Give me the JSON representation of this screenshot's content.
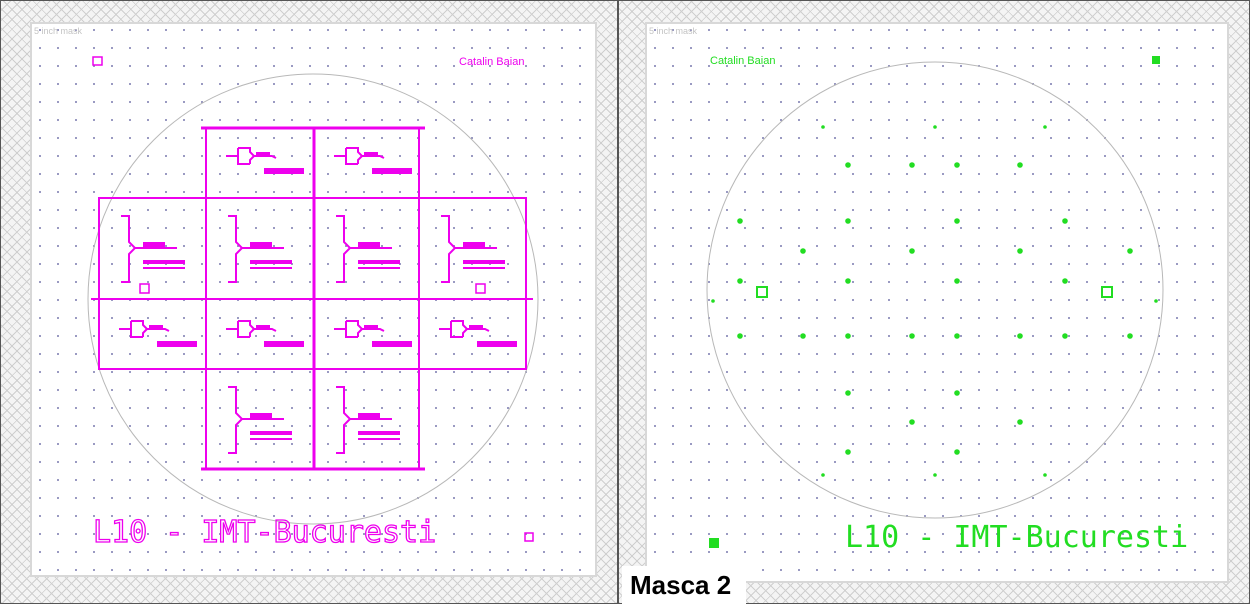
{
  "left_panel": {
    "mask_label": "5 inch mask",
    "author": "Catalin Baian",
    "title": "L10 - IMT-Bucuresti",
    "color": "#ee00ee"
  },
  "right_panel": {
    "mask_label": "5 inch mask",
    "author": "Catalin Baian",
    "title": "L10 - IMT-Bucuresti",
    "color": "#22dd22"
  },
  "caption": "Masca 2"
}
